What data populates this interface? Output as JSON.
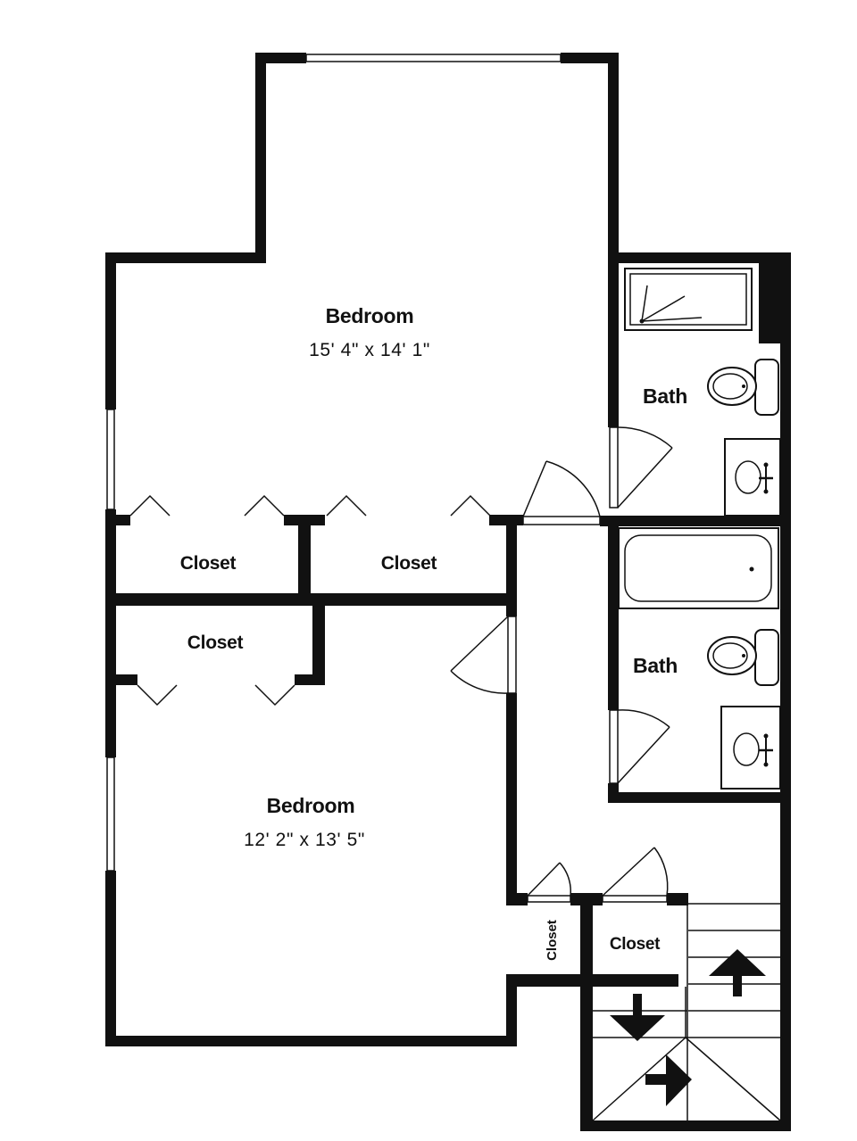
{
  "rooms": {
    "bedroom_upper": {
      "name": "Bedroom",
      "dims": "15' 4\" x 14' 1\""
    },
    "bedroom_lower": {
      "name": "Bedroom",
      "dims": "12' 2\" x 13' 5\""
    },
    "bath_upper": {
      "name": "Bath"
    },
    "bath_lower": {
      "name": "Bath"
    },
    "closet_left": {
      "name": "Closet"
    },
    "closet_mid": {
      "name": "Closet"
    },
    "closet_lower": {
      "name": "Closet"
    },
    "closet_narrow": {
      "name": "Closet"
    },
    "closet_hall": {
      "name": "Closet"
    }
  }
}
